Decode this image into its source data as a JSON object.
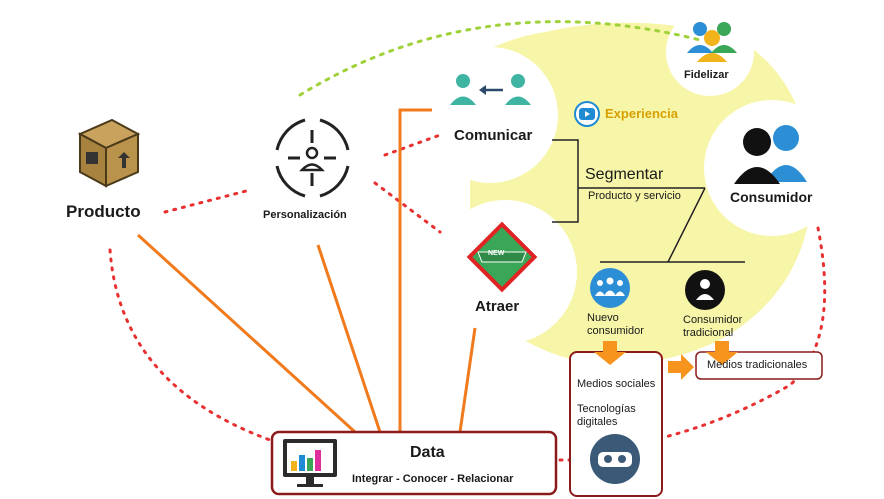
{
  "colors": {
    "yellow_area": "#f7f5a8",
    "orange_line": "#f07a1c",
    "red_dots": "#e83030",
    "green_dots": "#9fd13a",
    "box_border": "#8b1a1a",
    "arrow_orange": "#f7941d",
    "youtube_blue": "#1e8bd3",
    "experiencia_text": "#d8a000",
    "new_badge_red": "#e02424",
    "new_badge_green": "#3aa657",
    "icon_teal": "#3fb4a3",
    "consumer_blue": "#2c8fd6"
  },
  "labels": {
    "producto": "Producto",
    "personalizacion": "Personalización",
    "comunicar": "Comunicar",
    "atraer": "Atraer",
    "experiencia": "Experiencia",
    "fidelizar": "Fidelizar",
    "consumidor": "Consumidor",
    "segmentar": "Segmentar",
    "producto_servicio": "Producto y servicio",
    "nuevo_consumidor_1": "Nuevo",
    "nuevo_consumidor_2": "consumidor",
    "consumidor_tradicional_1": "Consumidor",
    "consumidor_tradicional_2": "tradicional",
    "medios_sociales": "Medios sociales",
    "tecnologias_1": "Tecnologías",
    "tecnologias_2": "digitales",
    "medios_tradicionales": "Medios tradicionales",
    "data": "Data",
    "data_subtitle": "Integrar - Conocer - Relacionar",
    "new_badge": "NEW"
  },
  "icons": {
    "producto": "package-box-icon",
    "personalizacion": "personalization-target-icon",
    "comunicar": "people-exchange-icon",
    "atraer": "new-badge-icon",
    "experiencia": "play-button-icon",
    "fidelizar": "group-people-icon",
    "consumidor": "consumer-pair-icon",
    "nuevo_consumidor": "crowd-icon",
    "consumidor_tradicional": "single-person-icon",
    "data": "monitor-bar-chart-icon",
    "tecnologias": "vr-headset-icon"
  }
}
